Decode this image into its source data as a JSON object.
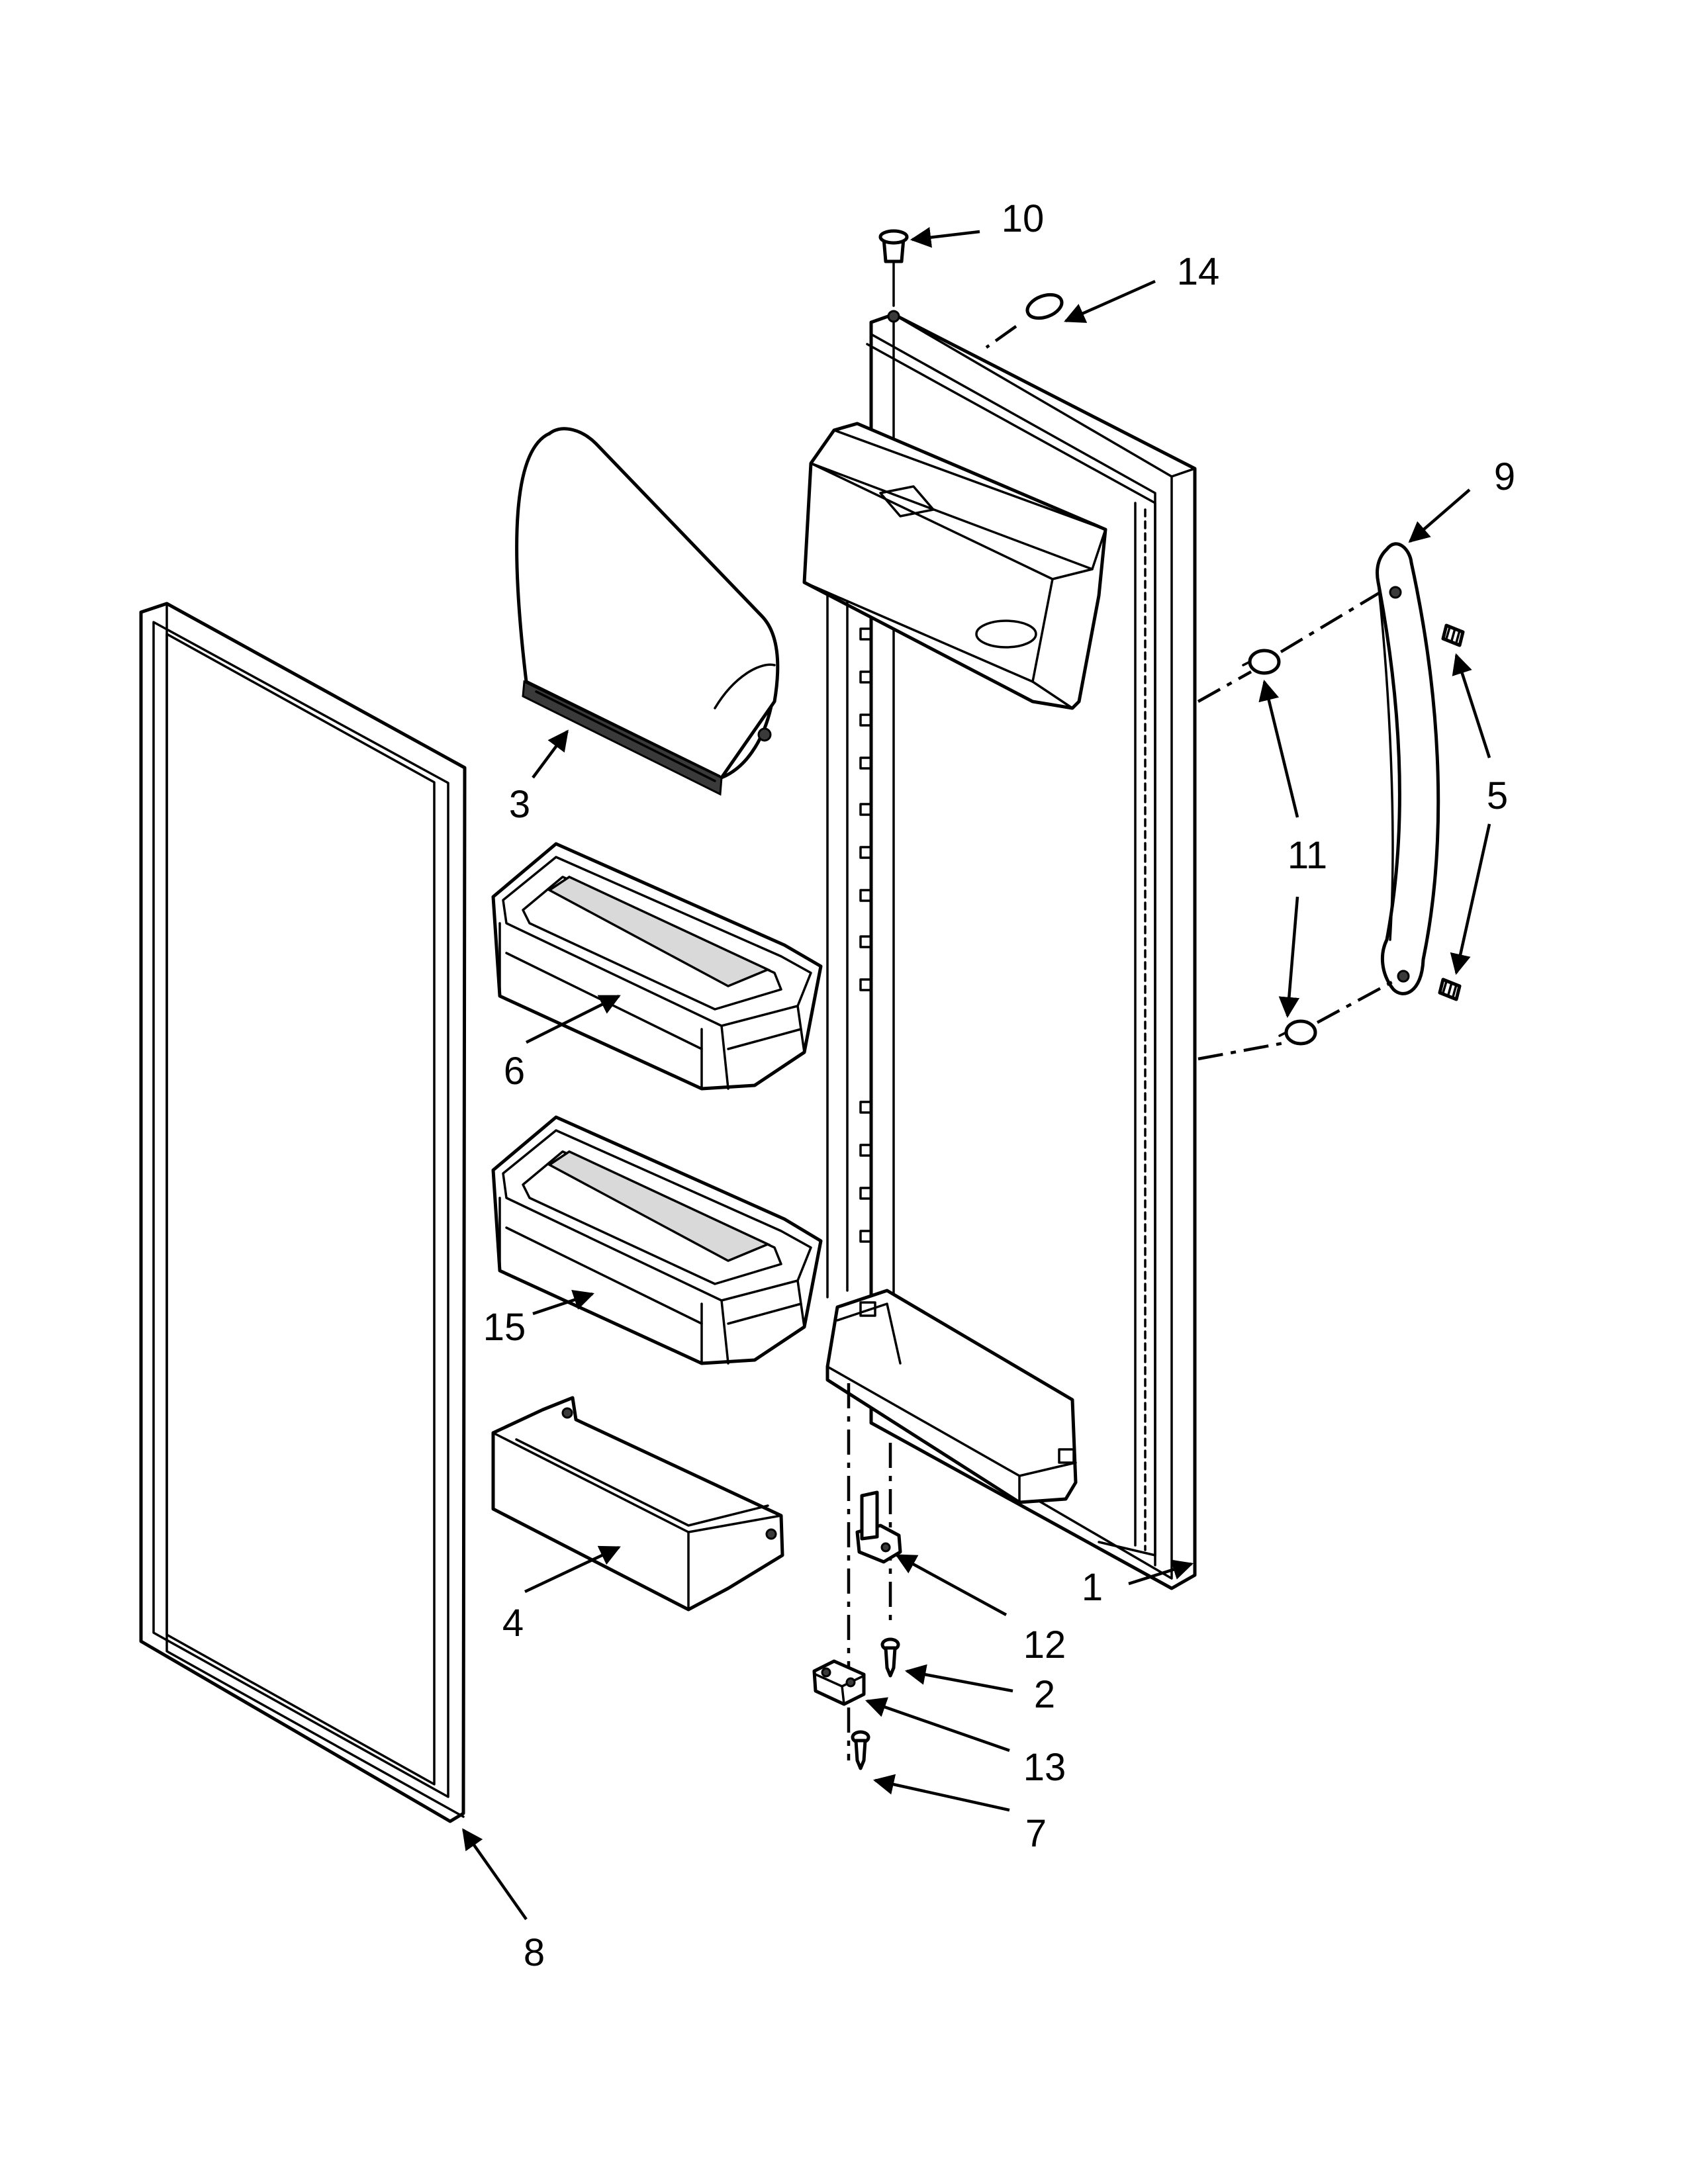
{
  "diagram": {
    "type": "exploded-parts-view",
    "callouts": [
      {
        "id": "c1",
        "text": "1"
      },
      {
        "id": "c2",
        "text": "2"
      },
      {
        "id": "c3",
        "text": "3"
      },
      {
        "id": "c4",
        "text": "4"
      },
      {
        "id": "c5",
        "text": "5"
      },
      {
        "id": "c6",
        "text": "6"
      },
      {
        "id": "c7",
        "text": "7"
      },
      {
        "id": "c8",
        "text": "8"
      },
      {
        "id": "c9",
        "text": "9"
      },
      {
        "id": "c10",
        "text": "10"
      },
      {
        "id": "c11",
        "text": "11"
      },
      {
        "id": "c12",
        "text": "12"
      },
      {
        "id": "c13",
        "text": "13"
      },
      {
        "id": "c14",
        "text": "14"
      },
      {
        "id": "c15",
        "text": "15"
      }
    ]
  }
}
